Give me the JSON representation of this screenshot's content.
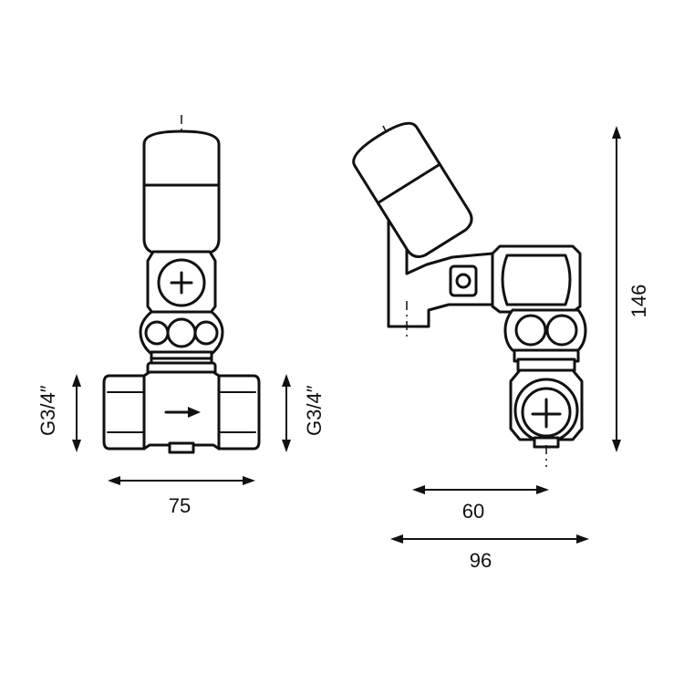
{
  "dimensions": {
    "front_width": "75",
    "front_thread_left": "G3/4″",
    "front_thread_right": "G3/4″",
    "side_height": "146",
    "side_inner_width": "60",
    "side_total_width": "96"
  },
  "colors": {
    "line": "#111111",
    "background": "#ffffff"
  }
}
